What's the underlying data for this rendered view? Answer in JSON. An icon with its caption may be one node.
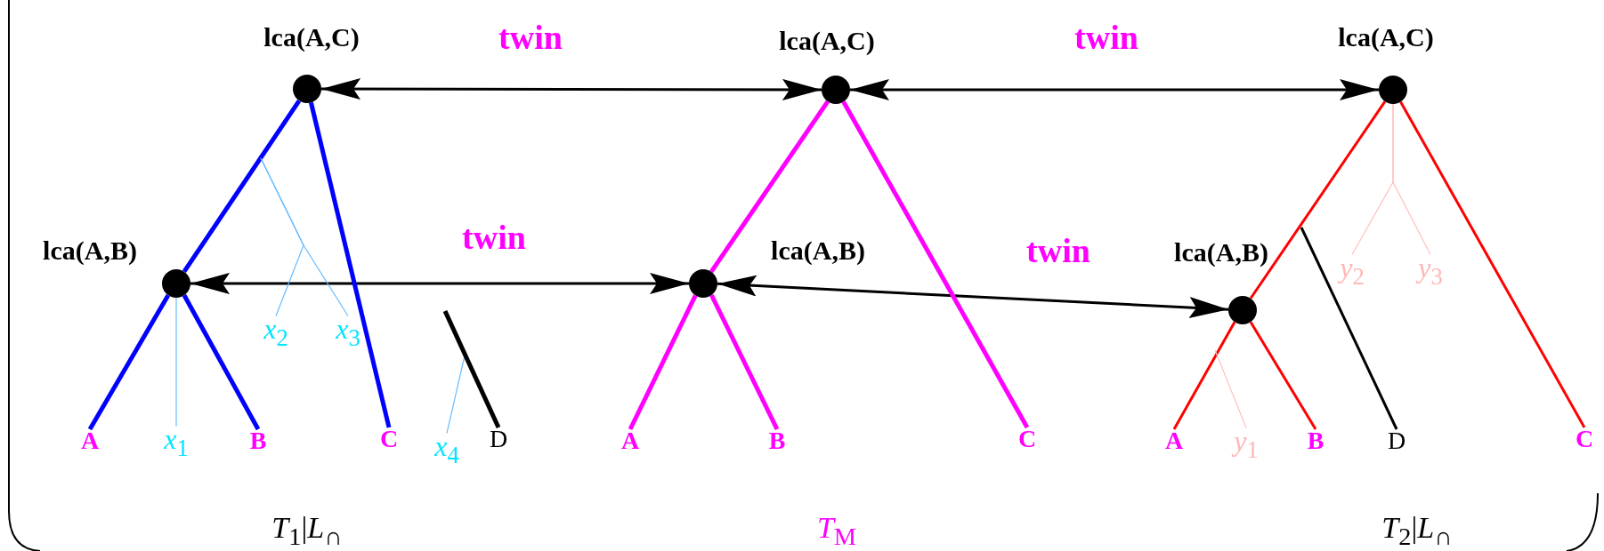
{
  "diagram": {
    "nodes": [
      {
        "text": [],
        "shape": "circle",
        "beside": [
          "lca(A,C)"
        ]
      },
      {
        "text": [],
        "shape": "circle",
        "beside": [
          "lca(A,C)"
        ]
      },
      {
        "text": [],
        "shape": "circle",
        "beside": [
          "lca(A,C)"
        ]
      },
      {
        "text": [],
        "shape": "circle",
        "beside": [
          "lca(A,B)"
        ]
      },
      {
        "text": [],
        "shape": "circle",
        "beside": [
          "lca(A,B)"
        ]
      },
      {
        "text": [],
        "shape": "circle",
        "beside": [
          "lca(A,B)"
        ]
      },
      {
        "text": [
          "*y*$_{2}$"
        ]
      },
      {
        "text": [
          "*y*$_{3}$"
        ]
      },
      {
        "text": [
          "*x*$_{2}$"
        ]
      },
      {
        "text": [
          "*x*$_{3}$"
        ]
      },
      {
        "text": [
          "A"
        ]
      },
      {
        "text": [
          "*x*$_{1}$"
        ]
      },
      {
        "text": [
          "B"
        ]
      },
      {
        "text": [
          "C"
        ]
      },
      {
        "text": [
          "*x*$_{4}$"
        ]
      },
      {
        "text": [
          "D"
        ]
      },
      {
        "text": [
          "A"
        ]
      },
      {
        "text": [
          "B"
        ]
      },
      {
        "text": [
          "C"
        ]
      },
      {
        "text": [
          "A"
        ]
      },
      {
        "text": [
          "*y*$_{1}$"
        ]
      },
      {
        "text": [
          "B"
        ]
      },
      {
        "text": [
          "D"
        ]
      },
      {
        "text": [
          "C"
        ]
      }
    ],
    "edges": [
      {
        "from": 0,
        "to": 1,
        "arrow": "both",
        "label": "twin"
      },
      {
        "from": 1,
        "to": 2,
        "arrow": "both",
        "label": "twin"
      },
      {
        "from": 3,
        "to": 4,
        "arrow": "both",
        "label": "twin"
      },
      {
        "from": 4,
        "to": 5,
        "arrow": "both",
        "label": "twin"
      },
      {
        "from": 0,
        "to": 3,
        "arrow": "none",
        "color": "#0000ff"
      },
      {
        "from": 0,
        "to": 13,
        "arrow": "none",
        "color": "#0000ff"
      },
      {
        "from": 3,
        "to": 10,
        "arrow": "none",
        "color": "#0000ff"
      },
      {
        "from": 3,
        "to": 11,
        "arrow": "none",
        "color": "#66bbff"
      },
      {
        "from": 3,
        "to": 12,
        "arrow": "none",
        "color": "#0000ff"
      },
      {
        "from": null,
        "to": 8,
        "arrow": "none",
        "color": "#66bbff"
      },
      {
        "from": null,
        "to": 9,
        "arrow": "none",
        "color": "#66bbff"
      },
      {
        "from": null,
        "to": 14,
        "arrow": "none",
        "color": "#66bbff"
      },
      {
        "from": null,
        "to": 15,
        "arrow": "none"
      },
      {
        "from": 1,
        "to": 4,
        "arrow": "none",
        "color": "#ff00ff"
      },
      {
        "from": 1,
        "to": 18,
        "arrow": "none",
        "color": "#ff00ff"
      },
      {
        "from": 4,
        "to": 16,
        "arrow": "none",
        "color": "#ff00ff"
      },
      {
        "from": 4,
        "to": 17,
        "arrow": "none",
        "color": "#ff00ff"
      },
      {
        "from": 2,
        "to": 5,
        "arrow": "none",
        "color": "#ff0000"
      },
      {
        "from": 2,
        "to": 23,
        "arrow": "none",
        "color": "#ff0000"
      },
      {
        "from": 5,
        "to": 19,
        "arrow": "none",
        "color": "#ff0000"
      },
      {
        "from": 5,
        "to": 21,
        "arrow": "none",
        "color": "#ff0000"
      },
      {
        "from": null,
        "to": 20,
        "arrow": "none",
        "color": "#ffc0c0"
      },
      {
        "from": null,
        "to": 22,
        "arrow": "none"
      },
      {
        "from": 2,
        "to": 6,
        "arrow": "none",
        "color": "#ffc0c0"
      },
      {
        "from": 2,
        "to": 7,
        "arrow": "none",
        "color": "#ffc0c0"
      }
    ],
    "labels": [
      "*T*$_{1}$|*L*$_{∩}$",
      "*T*$_{M}$",
      "*T*$_{2}$|*L*$_{∩}$"
    ]
  }
}
